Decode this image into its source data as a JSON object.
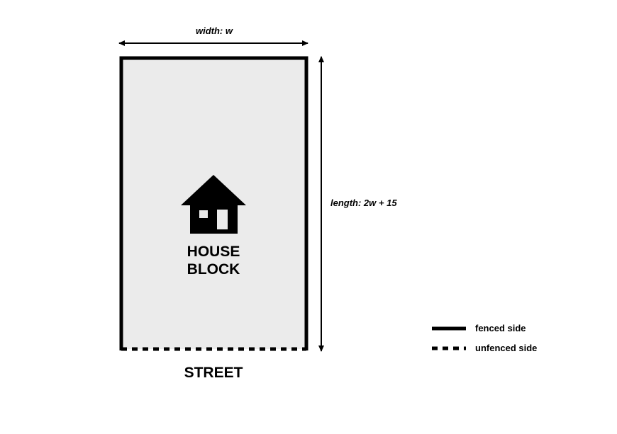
{
  "labels": {
    "width": "width: w",
    "length": "length: 2w + 15",
    "house_line1": "HOUSE",
    "house_line2": "BLOCK",
    "street": "STREET"
  },
  "legend": {
    "fenced": "fenced side",
    "unfenced": "unfenced side"
  },
  "icons": {
    "house": "house-icon",
    "width_arrow": "double-arrow-horizontal",
    "length_arrow": "double-arrow-vertical"
  },
  "colors": {
    "block_fill": "#ebebeb",
    "line": "#000000"
  }
}
